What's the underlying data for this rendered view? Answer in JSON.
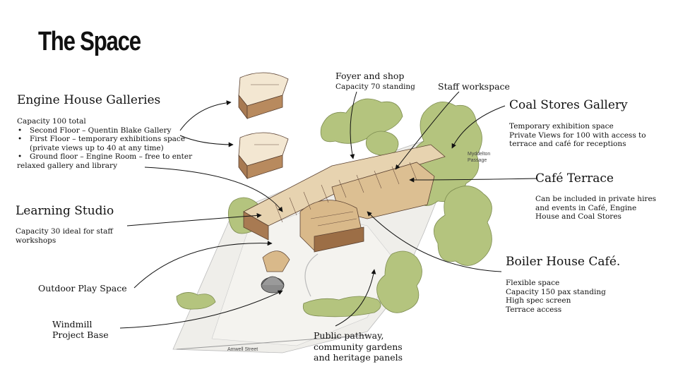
{
  "title": "The Space",
  "engine_house": {
    "heading": "Engine House Galleries",
    "capacity": "Capacity 100 total",
    "items": [
      "Second Floor – Quentin Blake Gallery",
      "First Floor – temporary exhibitions space",
      "Ground floor – Engine Room – free to enter"
    ],
    "item2_cont": "(private views up to 40 at any time)",
    "item3_cont": "relaxed gallery and library"
  },
  "foyer": {
    "heading": "Foyer and shop",
    "capacity": "Capacity 70 standing"
  },
  "staff": {
    "heading": "Staff workspace"
  },
  "coal_stores": {
    "heading": "Coal Stores Gallery",
    "lines": [
      "Temporary exhibition space",
      "Private Views for 100 with access to",
      "terrace and café for receptions"
    ]
  },
  "cafe_terrace": {
    "heading": "Café Terrace",
    "lines": [
      "Can be included in private hires",
      "and events in Café, Engine",
      "House and Coal Stores"
    ]
  },
  "learning_studio": {
    "heading": "Learning Studio",
    "lines": [
      "Capacity 30 ideal for staff",
      "workshops"
    ]
  },
  "boiler_house": {
    "heading": "Boiler House Café.",
    "lines": [
      "Flexible space",
      "Capacity 150 pax standing",
      "High spec screen",
      "Terrace access"
    ]
  },
  "outdoor_play": {
    "heading": "Outdoor Play Space"
  },
  "windmill": {
    "lines": [
      "Windmill",
      "Project Base"
    ]
  },
  "public_pathway": {
    "lines": [
      "Public pathway,",
      "community gardens",
      "and heritage panels"
    ]
  },
  "map_labels": {
    "myddelton": [
      "Myddelton",
      "Passage"
    ],
    "amwell": "Amwell Street"
  },
  "colors": {
    "foliage": "#b4c47e",
    "building_wood": "#d9b98a",
    "building_wall": "#a87a52",
    "line": "#111111"
  }
}
